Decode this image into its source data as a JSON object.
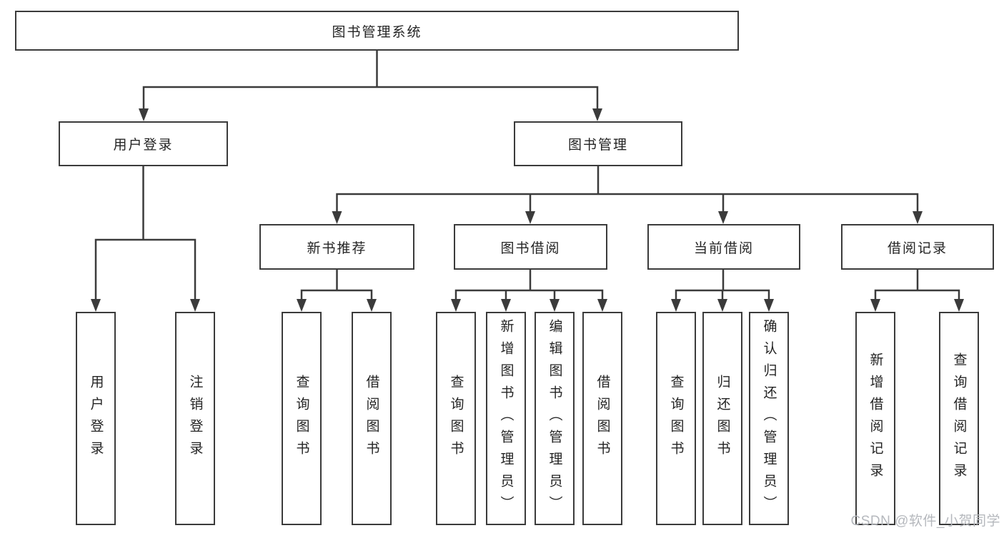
{
  "diagram": {
    "type": "hierarchy-tree",
    "root": {
      "label": "图书管理系统"
    },
    "level2": [
      {
        "label": "用户登录"
      },
      {
        "label": "图书管理"
      }
    ],
    "level3": [
      {
        "label": "新书推荐",
        "parent": "图书管理"
      },
      {
        "label": "图书借阅",
        "parent": "图书管理"
      },
      {
        "label": "当前借阅",
        "parent": "图书管理"
      },
      {
        "label": "借阅记录",
        "parent": "图书管理"
      }
    ],
    "leaves": [
      {
        "label": "用户登录",
        "parent": "用户登录"
      },
      {
        "label": "注销登录",
        "parent": "用户登录"
      },
      {
        "label": "查询图书",
        "parent": "新书推荐"
      },
      {
        "label": "借阅图书",
        "parent": "新书推荐"
      },
      {
        "label": "查询图书",
        "parent": "图书借阅"
      },
      {
        "label": "新增图书（管理员）",
        "parent": "图书借阅"
      },
      {
        "label": "编辑图书（管理员）",
        "parent": "图书借阅"
      },
      {
        "label": "借阅图书",
        "parent": "图书借阅"
      },
      {
        "label": "查询图书",
        "parent": "当前借阅"
      },
      {
        "label": "归还图书",
        "parent": "当前借阅"
      },
      {
        "label": "确认归还（管理员）",
        "parent": "当前借阅"
      },
      {
        "label": "新增借阅记录",
        "parent": "借阅记录"
      },
      {
        "label": "查询借阅记录",
        "parent": "借阅记录"
      }
    ]
  },
  "watermark": {
    "text": "CSDN @软件_小贺同学"
  },
  "colors": {
    "line": "#3b3b3b",
    "box_border": "#3b3b3b",
    "box_background": "#ffffff",
    "text": "#242424",
    "page_background": "#ffffff",
    "watermark": "#b5b8bd"
  }
}
